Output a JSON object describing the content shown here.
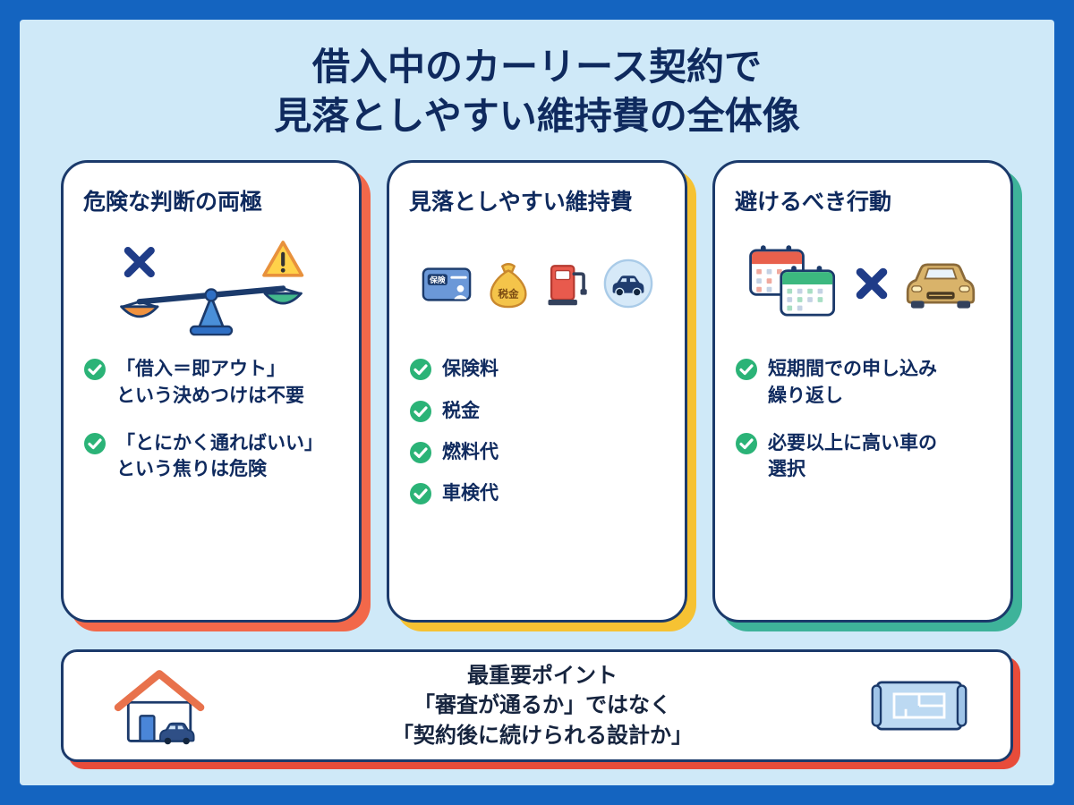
{
  "title": {
    "lines": [
      "借入中のカーリース契約で",
      "見落としやすい維持費の全体像"
    ]
  },
  "cards": [
    {
      "heading": "危険な判断の両極",
      "shadow_color": "#f2684a",
      "items": [
        {
          "lines": [
            "「借入＝即アウト」",
            "という決めつけは不要"
          ]
        },
        {
          "lines": [
            "「とにかく通ればいい」",
            "という焦りは危険"
          ]
        }
      ]
    },
    {
      "heading": "見落としやすい維持費",
      "shadow_color": "#f6c233",
      "icon_labels": {
        "insurance": "保険",
        "tax": "税金"
      },
      "items": [
        {
          "lines": [
            "保険料"
          ]
        },
        {
          "lines": [
            "税金"
          ]
        },
        {
          "lines": [
            "燃料代"
          ]
        },
        {
          "lines": [
            "車検代"
          ]
        }
      ]
    },
    {
      "heading": "避けるべき行動",
      "shadow_color": "#3eb39a",
      "items": [
        {
          "lines": [
            "短期間での申し込み",
            "繰り返し"
          ]
        },
        {
          "lines": [
            "必要以上に高い車の",
            "選択"
          ]
        }
      ]
    }
  ],
  "footer": {
    "lines": [
      "最重要ポイント",
      "「審査が通るか」ではなく",
      "「契約後に続けられる設計か」"
    ]
  },
  "colors": {
    "frame_blue": "#1464c0",
    "background": "#cfe9f8",
    "outline_navy": "#1b3a6b",
    "text_navy": "#0f2a5e",
    "card1_shadow": "#f2684a",
    "card2_shadow": "#f6c233",
    "card3_shadow": "#3eb39a",
    "footer_shadow": "#e84c3a",
    "check_green": "#2bb377"
  },
  "icons": {
    "card1": [
      "x-mark-icon",
      "warning-triangle-icon",
      "balance-scale-icon"
    ],
    "card2": [
      "insurance-card-icon",
      "money-bag-icon",
      "fuel-pump-icon",
      "car-circle-icon"
    ],
    "card3": [
      "calendar-stack-icon",
      "x-mark-icon",
      "car-front-icon"
    ],
    "footer": [
      "house-icon",
      "blueprint-icon"
    ]
  }
}
